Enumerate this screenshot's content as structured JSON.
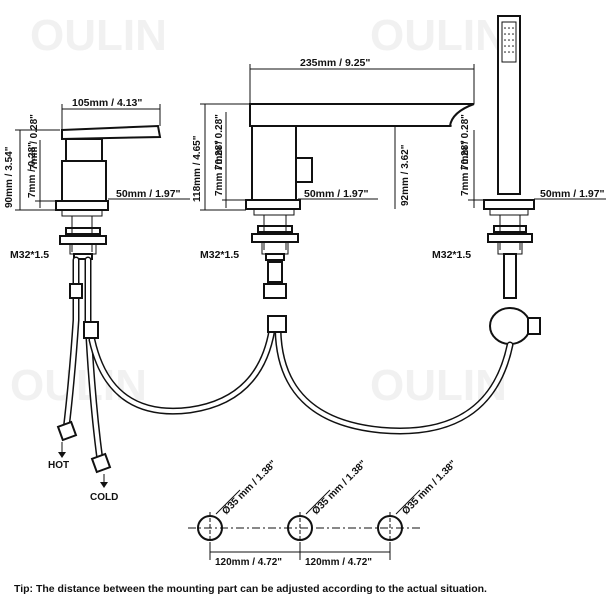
{
  "watermark": "OULIN",
  "dimensions": {
    "mixer_width": "105mm / 4.13\"",
    "mixer_total_height": "90mm / 3.54\"",
    "mixer_deck_thickness": "7mm / 0.28\"",
    "mixer_base": "50mm / 1.97\"",
    "spout_width": "235mm / 9.25\"",
    "spout_total_height": "118mm / 4.65\"",
    "spout_deck_thickness": "7mm / 0.28\"",
    "spout_base": "50mm / 1.97\"",
    "spout_outlet_height": "92mm / 3.62\"",
    "shower_deck_thickness": "7mm / 0.28\"",
    "shower_base": "50mm / 1.97\""
  },
  "threads": {
    "left": "M32*1.5",
    "middle": "M32*1.5",
    "right": "M32*1.5"
  },
  "hoses": {
    "hot": "HOT",
    "cold": "COLD"
  },
  "holes": {
    "diameters": [
      "Ø35 mm / 1.38\"",
      "Ø35 mm / 1.38\"",
      "Ø35 mm / 1.38\""
    ],
    "spacings": [
      "120mm / 4.72\"",
      "120mm / 4.72\""
    ]
  },
  "tip": "Tip:  The distance between the mounting part can be adjusted according to the actual situation."
}
